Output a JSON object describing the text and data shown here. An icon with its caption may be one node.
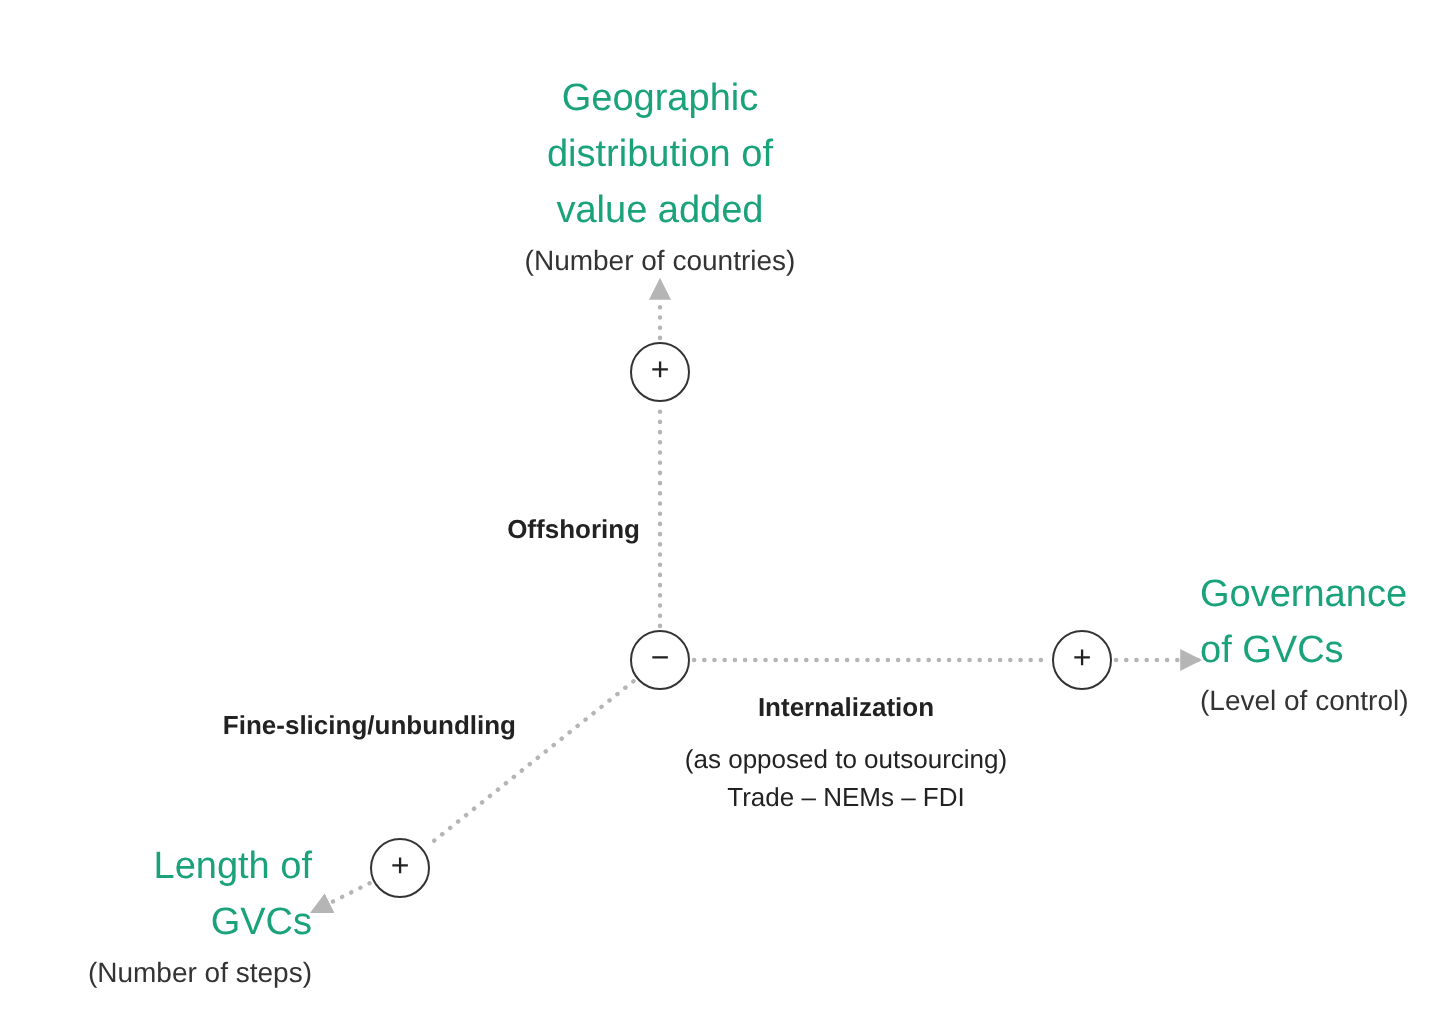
{
  "diagram": {
    "nodes": [
      {
        "text": [
          "−"
        ]
      },
      {
        "text": [
          "+"
        ]
      },
      {
        "text": [
          "+"
        ]
      },
      {
        "text": [
          "+"
        ]
      },
      {
        "text": [
          "Geographic distribution of value added",
          "(Number of countries)"
        ]
      },
      {
        "text": [
          "Governance of GVCs",
          "(Level of control)"
        ]
      },
      {
        "text": [
          "Length of GVCs",
          "(Number of steps)"
        ]
      }
    ],
    "edges": [
      {
        "from": 0,
        "to": 1,
        "arrow": "none",
        "label": "Offshoring"
      },
      {
        "from": 1,
        "to": 4,
        "arrow": "to"
      },
      {
        "from": 0,
        "to": 2,
        "arrow": "none",
        "label": "Internalization"
      },
      {
        "from": 2,
        "to": 5,
        "arrow": "to"
      },
      {
        "from": 0,
        "to": 3,
        "arrow": "none",
        "label": "Fine-slicing/unbundling"
      },
      {
        "from": 3,
        "to": 6,
        "arrow": "to"
      }
    ],
    "labels": [
      "(as opposed to outsourcing)",
      "Trade – NEMs – FDI"
    ]
  }
}
